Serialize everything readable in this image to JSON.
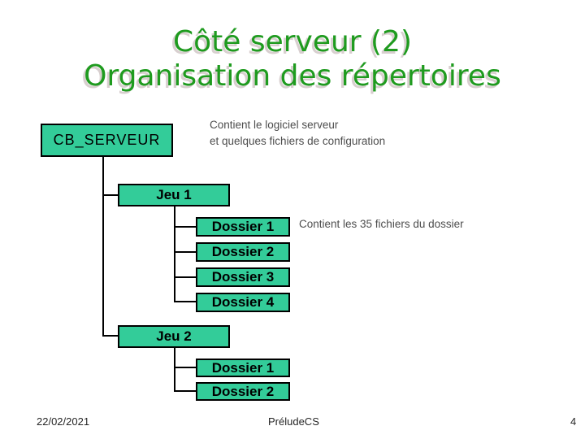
{
  "slide": {
    "title_line1": "Côté serveur (2)",
    "title_line2": "Organisation des répertoires"
  },
  "tree": {
    "root_label": "CB_SERVEUR",
    "root_annotation_line1": "Contient le logiciel serveur",
    "root_annotation_line2": "et quelques fichiers de configuration",
    "jeu1": {
      "label": "Jeu 1",
      "children": [
        "Dossier 1",
        "Dossier 2",
        "Dossier 3",
        "Dossier 4"
      ]
    },
    "dossier1_annotation": "Contient les 35 fichiers du dossier",
    "jeu2": {
      "label": "Jeu 2",
      "children": [
        "Dossier 1",
        "Dossier 2"
      ]
    }
  },
  "footer": {
    "date": "22/02/2021",
    "app": "PréludeCS",
    "page_number": "4"
  },
  "colors": {
    "box_fill": "#33cc99",
    "box_border": "#000000",
    "title_green": "#1f9b1f",
    "title_shadow": "#d8cfcf",
    "annotation_gray": "#4d4d4d"
  }
}
